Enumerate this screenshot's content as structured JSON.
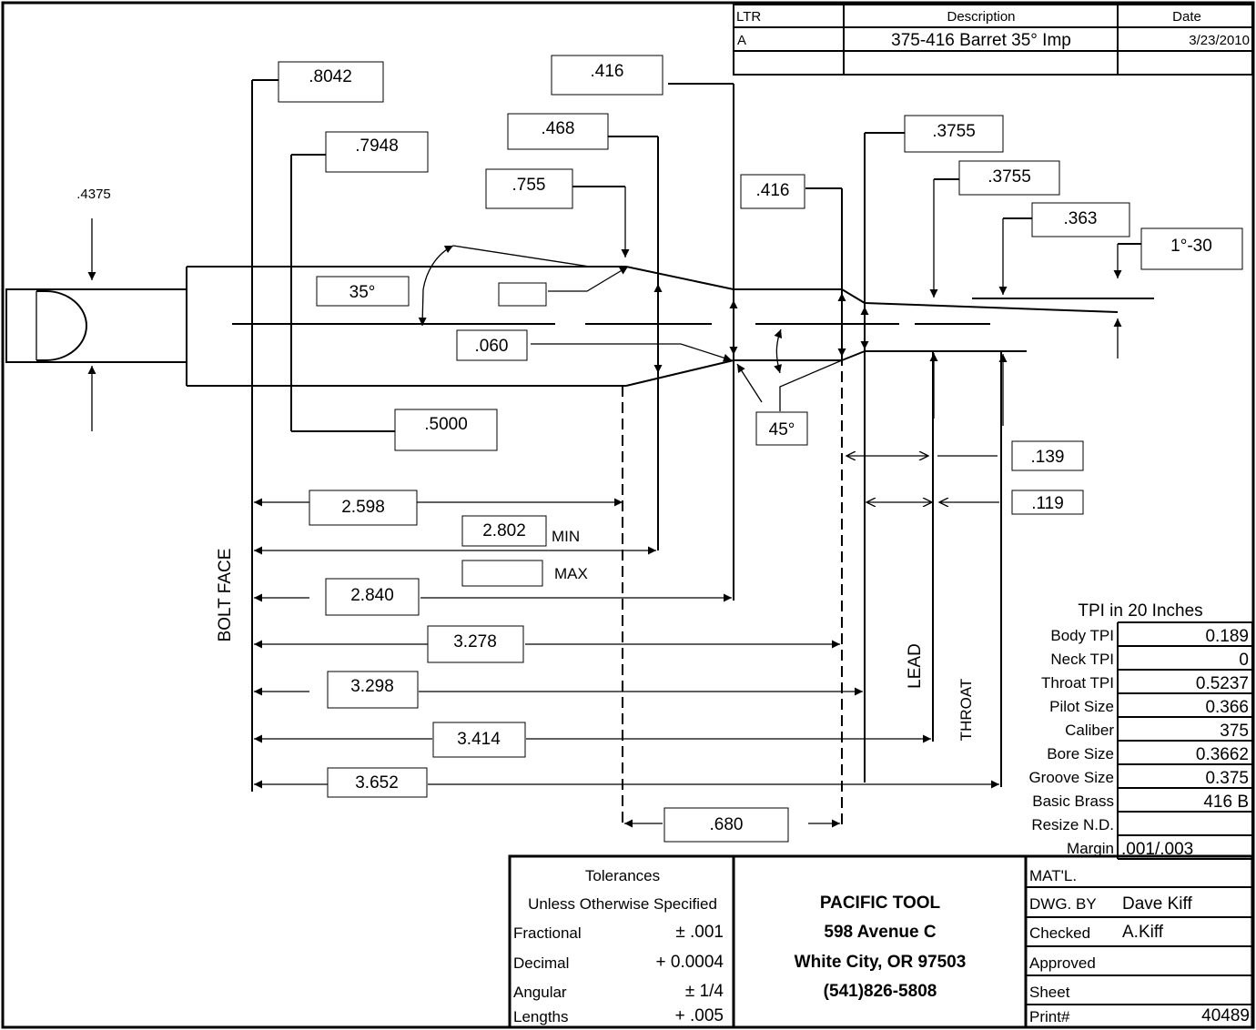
{
  "revision": {
    "headers": {
      "ltr": "LTR",
      "description": "Description",
      "date": "Date"
    },
    "row": {
      "ltr": "A",
      "description": "375-416 Barret 35° Imp",
      "date": "3/23/2010"
    }
  },
  "dims": {
    "d_4375": ".4375",
    "d_8042": ".8042",
    "d_7948": ".7948",
    "d_416_top": ".416",
    "d_468": ".468",
    "d_755": ".755",
    "d_416_mid": ".416",
    "d_3755_a": ".3755",
    "d_3755_b": ".3755",
    "d_363": ".363",
    "d_1_30": "1°-30",
    "d_35": "35°",
    "d_060": ".060",
    "d_5000": ".5000",
    "d_45": "45°",
    "d_139": ".139",
    "d_119": ".119",
    "d_680": ".680"
  },
  "lengths": {
    "l_2598": "2.598",
    "l_2802": "2.802",
    "min": "MIN",
    "max": "MAX",
    "l_2840": "2.840",
    "l_3278": "3.278",
    "l_3298": "3.298",
    "l_3414": "3.414",
    "l_3652": "3.652"
  },
  "labels": {
    "bolt_face": "BOLT FACE",
    "lead": "LEAD",
    "throat": "THROAT"
  },
  "tpi": {
    "title": "TPI in 20 Inches",
    "rows": [
      {
        "label": "Body TPI",
        "value": "0.189"
      },
      {
        "label": "Neck TPI",
        "value": "0"
      },
      {
        "label": "Throat TPI",
        "value": "0.5237"
      },
      {
        "label": "Pilot Size",
        "value": "0.366"
      },
      {
        "label": "Caliber",
        "value": "375"
      },
      {
        "label": "Bore Size",
        "value": "0.3662"
      },
      {
        "label": "Groove Size",
        "value": "0.375"
      },
      {
        "label": "Basic Brass",
        "value": "416 B"
      },
      {
        "label": "Resize N.D.",
        "value": ""
      },
      {
        "label": "Margin",
        "value": ".001/.003"
      }
    ]
  },
  "tolerances": {
    "title": "Tolerances",
    "subtitle": "Unless Otherwise Specified",
    "rows": [
      {
        "label": "Fractional",
        "value": "± .001"
      },
      {
        "label": "Decimal",
        "value": "+ 0.0004"
      },
      {
        "label": "Angular",
        "value": "± 1/4"
      },
      {
        "label": "Lengths",
        "value": "+ .005"
      }
    ]
  },
  "company": {
    "name": "PACIFIC TOOL",
    "street": "598 Avenue C",
    "city": "White City, OR 97503",
    "phone": "(541)826-5808"
  },
  "titleblock": {
    "matl": {
      "label": "MAT'L.",
      "value": ""
    },
    "dwg_by": {
      "label": "DWG. BY",
      "value": "Dave Kiff"
    },
    "checked": {
      "label": "Checked",
      "value": "A.Kiff"
    },
    "approved": {
      "label": "Approved",
      "value": ""
    },
    "sheet": {
      "label": "Sheet",
      "value": ""
    },
    "print": {
      "label": "Print#",
      "value": "40489"
    }
  }
}
